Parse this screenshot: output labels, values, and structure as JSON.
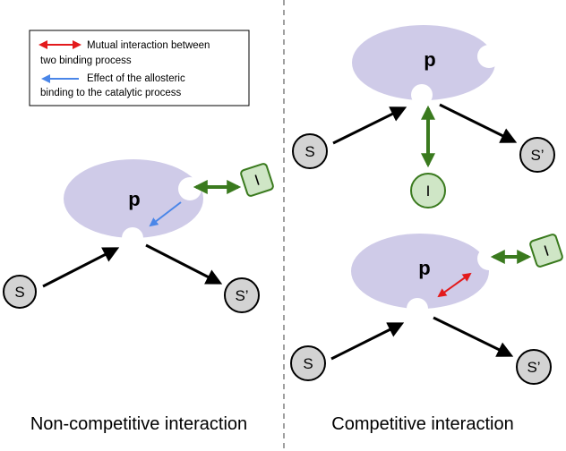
{
  "legend": {
    "mutual_label_line1": "Mutual interaction between",
    "mutual_label_line2": "two binding process",
    "allosteric_label_line1": "Effect of the allosteric",
    "allosteric_label_line2": "binding to the catalytic process"
  },
  "colors": {
    "enzyme_fill": "#cfcbe8",
    "node_fill": "#d3d3d3",
    "inhibitor_fill": "#cfe6c6",
    "inhibitor_stroke": "#3a7a1e",
    "green_arrow": "#3a7a1e",
    "red_arrow": "#e31a1c",
    "blue_arrow": "#4a86e8",
    "divider": "#a0a0a0"
  },
  "non_competitive": {
    "enzyme_label": "p",
    "substrate_label": "S",
    "product_label": "S’",
    "inhibitor_label": "I",
    "caption": "Non-competitive interaction"
  },
  "competitive_top": {
    "enzyme_label": "p",
    "substrate_label": "S",
    "product_label": "S’",
    "inhibitor_label": "I"
  },
  "competitive_bottom": {
    "enzyme_label": "p",
    "substrate_label": "S",
    "product_label": "S’",
    "inhibitor_label": "I",
    "caption": "Competitive interaction"
  }
}
